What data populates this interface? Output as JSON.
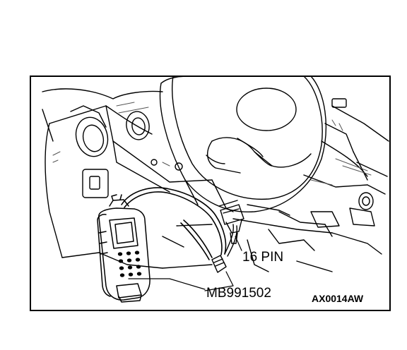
{
  "figure": {
    "callouts": {
      "connector_label": "16 PIN",
      "cable_label": "MB991502"
    },
    "figure_code": "AX0014AW"
  },
  "colors": {
    "ink": "#000000",
    "paper": "#ffffff",
    "hatch": "#555555"
  },
  "icons": {
    "scan_tool": "handheld-diagnostic-tester-icon",
    "connector": "obd-connector-icon"
  }
}
